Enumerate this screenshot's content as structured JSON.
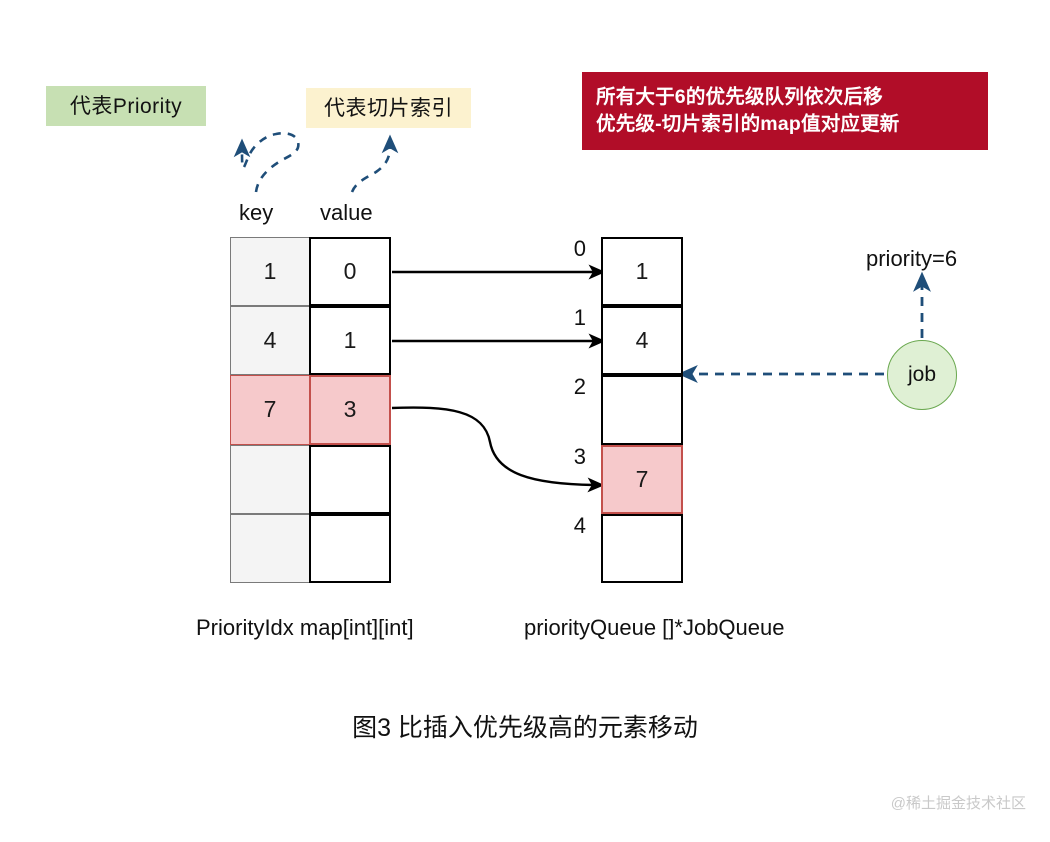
{
  "figure": {
    "title": "图3 比插入优先级高的元素移动",
    "watermark": "@稀土掘金技术社区"
  },
  "annotations": {
    "priority_tag": "代表Priority",
    "slice_index_tag": "代表切片索引",
    "note": {
      "line1": "所有大于6的优先级队列依次后移",
      "line2": "优先级-切片索引的map值对应更新",
      "background": "#b10d28",
      "text_color": "#ffffff"
    }
  },
  "map_table": {
    "caption": "PriorityIdx map[int][int]",
    "headers": {
      "key": "key",
      "value": "value"
    },
    "rows": [
      {
        "key": "1",
        "value": "0",
        "highlight": false
      },
      {
        "key": "4",
        "value": "1",
        "highlight": false
      },
      {
        "key": "7",
        "value": "3",
        "highlight": true
      },
      {
        "key": "",
        "value": "",
        "highlight": false
      },
      {
        "key": "",
        "value": "",
        "highlight": false
      }
    ],
    "key_cell_color": "#f4f4f4",
    "value_cell_color": "#ffffff",
    "highlight_color": "#f6c9cb"
  },
  "priority_queue": {
    "caption": "priorityQueue   []*JobQueue",
    "indices": [
      "0",
      "1",
      "2",
      "3",
      "4"
    ],
    "cells": [
      {
        "index": "0",
        "value": "1",
        "highlight": false
      },
      {
        "index": "1",
        "value": "4",
        "highlight": false
      },
      {
        "index": "2",
        "value": "",
        "highlight": false
      },
      {
        "index": "3",
        "value": "7",
        "highlight": true
      },
      {
        "index": "4",
        "value": "",
        "highlight": false
      }
    ]
  },
  "job": {
    "label": "job",
    "priority_label": "priority=6",
    "fill": "#dff0d4",
    "stroke": "#6aa84f"
  },
  "colors": {
    "tag_green": "#c7e0b3",
    "tag_yellow": "#fcf2cf",
    "arrow_blue": "#1f4e79",
    "arrow_black": "#000000",
    "highlight_pink": "#f6c9cb",
    "highlight_border": "#c3504c"
  }
}
